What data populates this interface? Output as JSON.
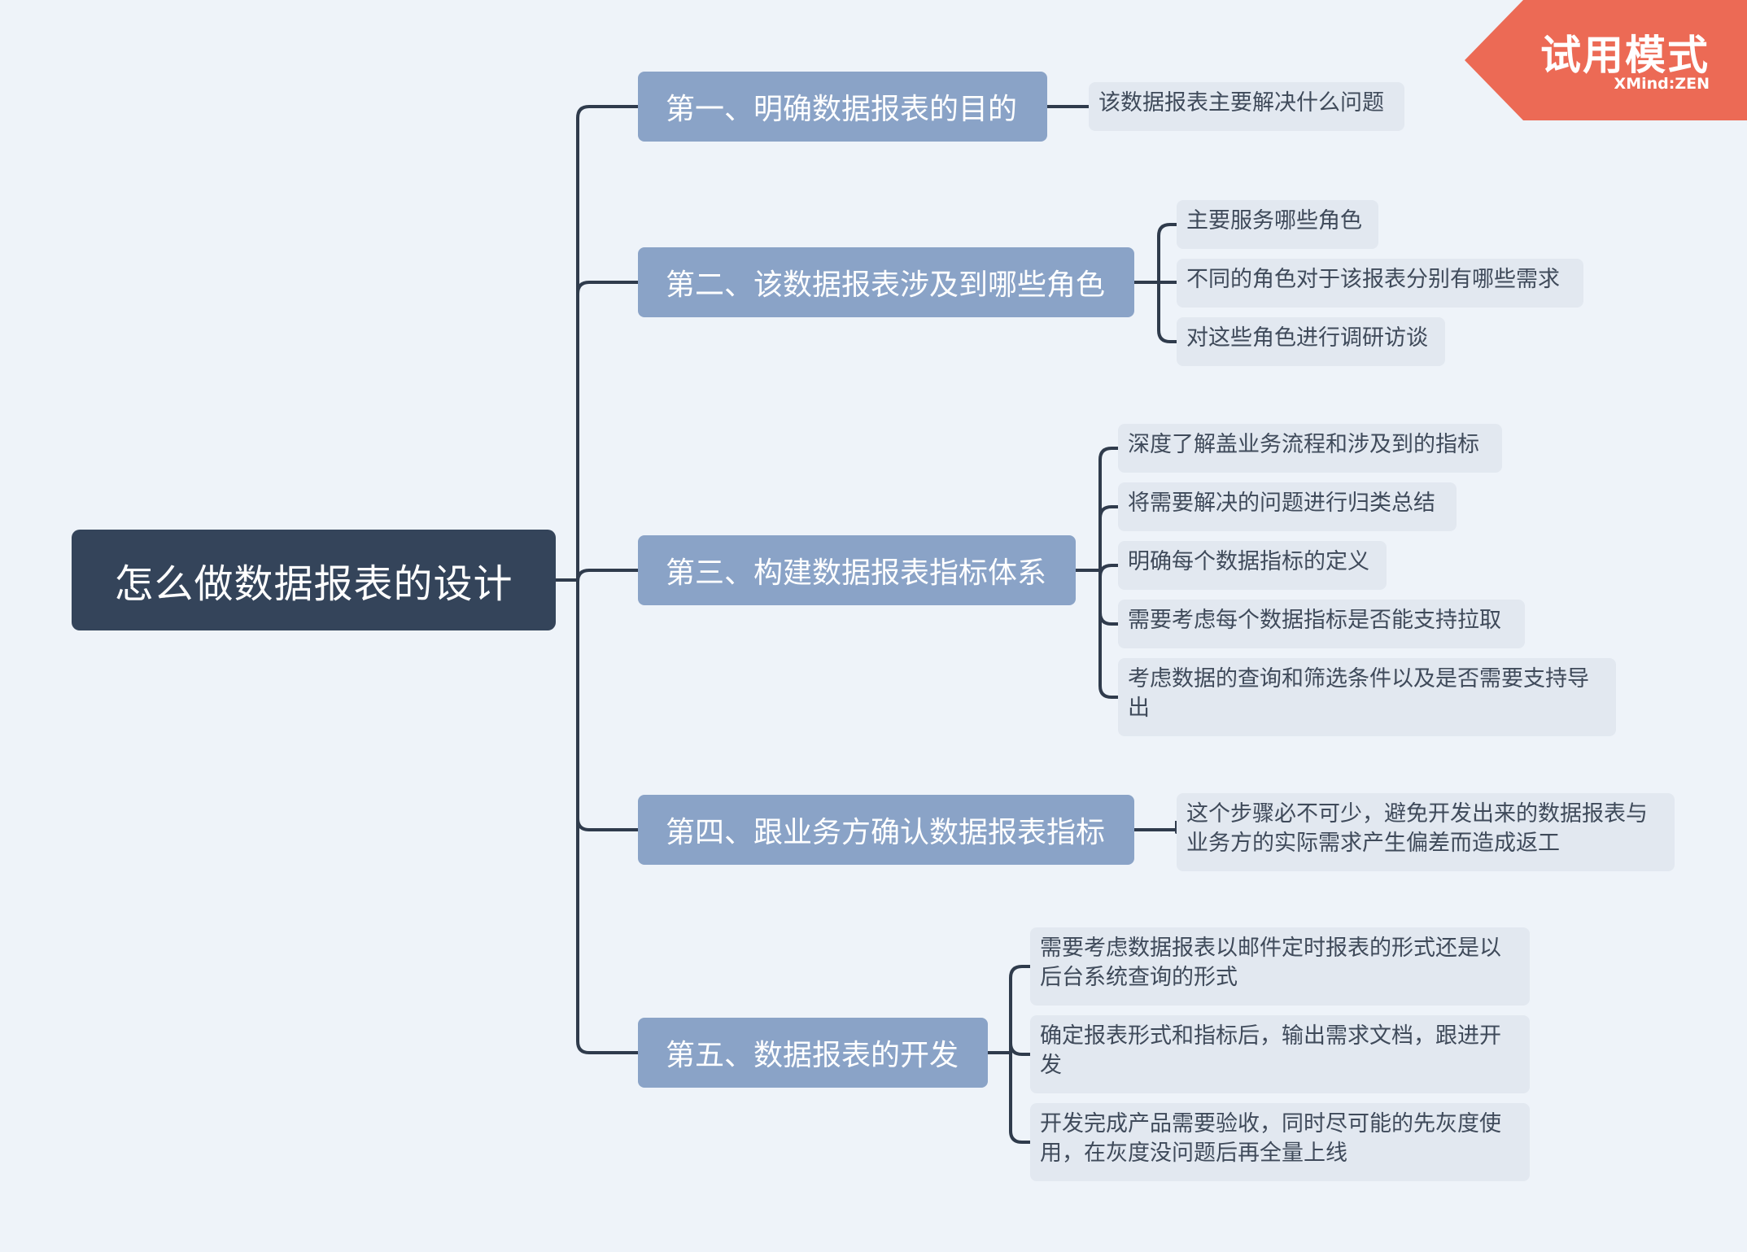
{
  "root": {
    "label": "怎么做数据报表的设计"
  },
  "branches": [
    {
      "label": "第一、明确数据报表的目的",
      "children": [
        "该数据报表主要解决什么问题"
      ]
    },
    {
      "label": "第二、该数据报表涉及到哪些角色",
      "children": [
        "主要服务哪些角色",
        "不同的角色对于该报表分别有哪些需求",
        "对这些角色进行调研访谈"
      ]
    },
    {
      "label": "第三、构建数据报表指标体系",
      "children": [
        "深度了解盖业务流程和涉及到的指标",
        "将需要解决的问题进行归类总结",
        "明确每个数据指标的定义",
        "需要考虑每个数据指标是否能支持拉取",
        "考虑数据的查询和筛选条件以及是否需要支持导出"
      ]
    },
    {
      "label": "第四、跟业务方确认数据报表指标",
      "children": [
        "这个步骤必不可少，避免开发出来的数据报表与业务方的实际需求产生偏差而造成返工"
      ]
    },
    {
      "label": "第五、数据报表的开发",
      "children": [
        "需要考虑数据报表以邮件定时报表的形式还是以后台系统查询的形式",
        "确定报表形式和指标后，输出需求文档，跟进开发",
        "开发完成产品需要验收，同时尽可能的先灰度使用，在灰度没问题后再全量上线"
      ]
    }
  ],
  "watermark": {
    "title": "试用模式",
    "subtitle": "XMind:ZEN"
  },
  "colors": {
    "line": "#2f3b4c",
    "root": "#34445a",
    "branch": "#8aa3c7",
    "leaf": "#e2e8f0",
    "badge": "#ec6a55",
    "background": "#eef3f9"
  }
}
